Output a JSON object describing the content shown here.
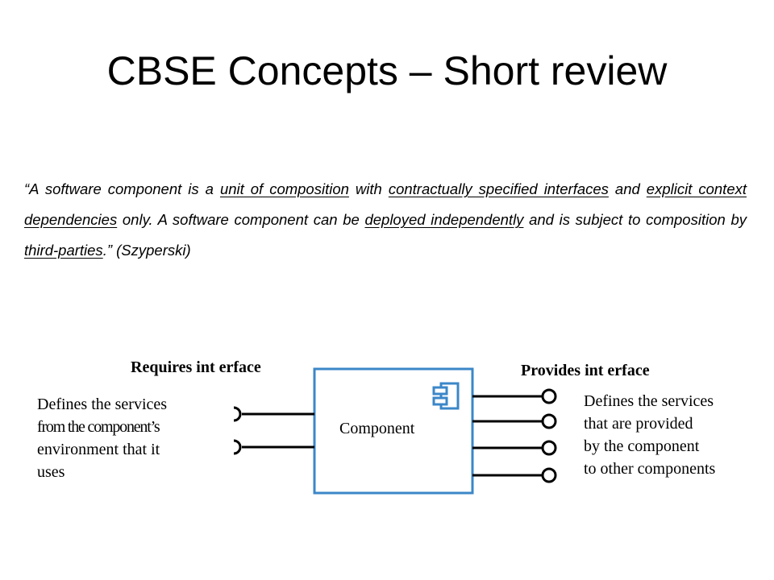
{
  "slide": {
    "title": "CBSE Concepts – Short review"
  },
  "quote": {
    "open": "“",
    "p1": "A software component is a ",
    "u1": "unit of composition",
    "p2": " with ",
    "u2": "contractually specified interfaces",
    "p3": " and ",
    "u3": "explicit context dependencies",
    "p4": " only. A software component can be ",
    "u4": "deployed independently",
    "p5": " and is subject to composition by ",
    "u5": "third-parties",
    "p6": ".” (Szyperski)"
  },
  "diagram": {
    "requires_heading": "Requires int erface",
    "provides_heading": "Provides int erface",
    "component_label": "Component",
    "requires_desc": [
      "Defines the services",
      "from the component’s",
      "environment that it",
      "uses"
    ],
    "provides_desc": [
      "Defines the services",
      "that are provided",
      "by the component",
      "to other components"
    ],
    "component_border_color": "#3b87c8",
    "icon_color": "#3b87c8"
  }
}
